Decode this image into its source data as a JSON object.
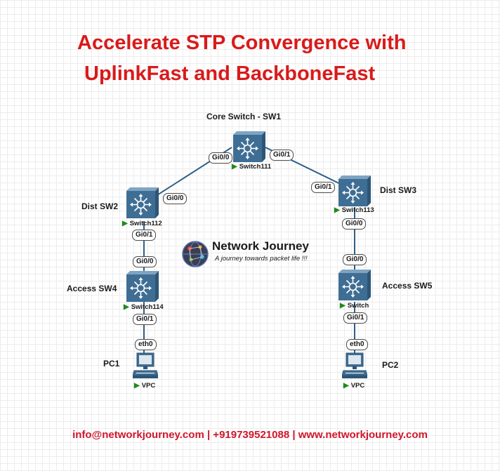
{
  "title": {
    "line1": "Accelerate STP Convergence with",
    "line2": "UplinkFast and BackboneFast"
  },
  "devices": {
    "sw1": {
      "label": "Core Switch - SW1",
      "hostname": "Switch111"
    },
    "sw2": {
      "label": "Dist SW2",
      "hostname": "Switch112"
    },
    "sw3": {
      "label": "Dist SW3",
      "hostname": "Switch113"
    },
    "sw4": {
      "label": "Access SW4",
      "hostname": "Switch114"
    },
    "sw5": {
      "label": "Access SW5",
      "hostname": "Switch"
    },
    "pc1": {
      "label": "PC1",
      "hostname": "VPC"
    },
    "pc2": {
      "label": "PC2",
      "hostname": "VPC"
    }
  },
  "ports": {
    "sw1_to_sw2": "Gi0/0",
    "sw2_to_sw1": "Gi0/0",
    "sw1_to_sw3": "Gi0/1",
    "sw3_to_sw1": "Gi0/1",
    "sw2_to_sw4": "Gi0/1",
    "sw4_to_sw2": "Gi0/0",
    "sw3_to_sw5": "Gi0/0",
    "sw5_to_sw3": "Gi0/0",
    "sw4_to_pc1": "Gi0/1",
    "pc1_to_sw4": "eth0",
    "sw5_to_pc2": "Gi0/1",
    "pc2_to_sw5": "eth0"
  },
  "logo": {
    "name": "Network Journey",
    "tagline": "A journey towards packet life !!!"
  },
  "footer": {
    "contact": "info@networkjourney.com | +919739521088 | www.networkjourney.com"
  },
  "colors": {
    "title": "#d91a1a",
    "footer": "#d0162a",
    "link": "#2f5f86",
    "switch_body": "#3f6e94",
    "status_triangle": "#1f8a1f"
  },
  "icons": {
    "switch": "multilayer-switch-icon",
    "pc": "pc-icon",
    "status": "green-triangle-icon"
  }
}
